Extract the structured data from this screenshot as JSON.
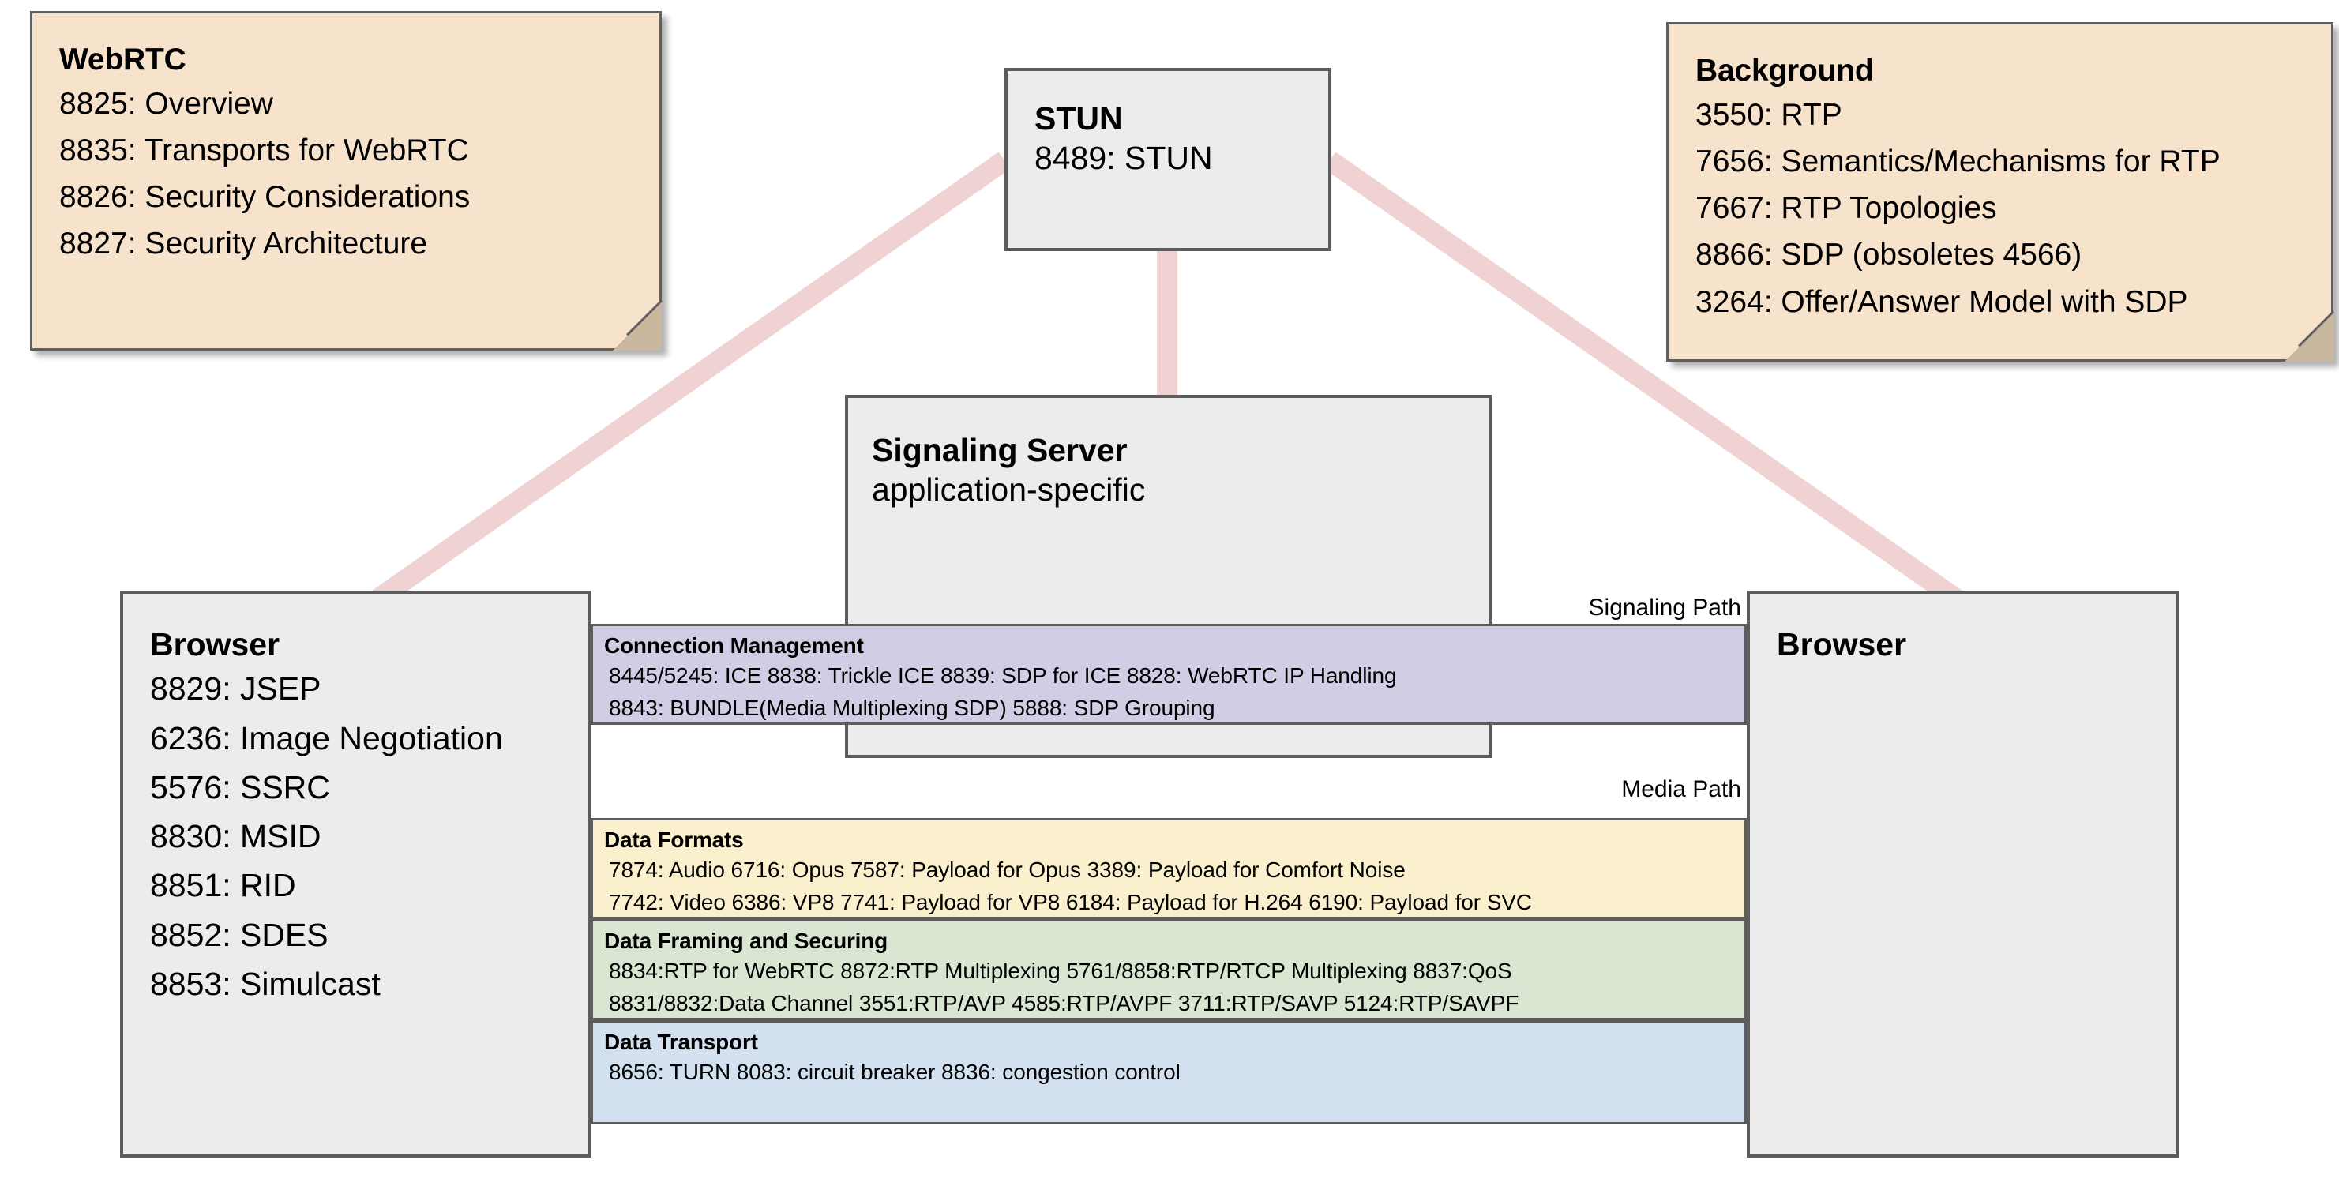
{
  "diagram": {
    "title": "WebRTC protocol stack / RFC map",
    "colors": {
      "note_fill": "#f7e2cb",
      "note_fold": "#c9b89e",
      "node_fill": "#ececec",
      "border": "#5c5c5c",
      "link": "#f0d2d2",
      "connection_management_fill": "#d2cde4",
      "data_formats_fill": "#fbf0cd",
      "data_framing_fill": "#d9e7d2",
      "data_transport_fill": "#d2e0ef"
    }
  },
  "notes": {
    "webrtc": {
      "title": "WebRTC",
      "lines": [
        "8825: Overview",
        "8835: Transports for WebRTC",
        "8826: Security Considerations",
        "8827: Security Architecture"
      ]
    },
    "background": {
      "title": "Background",
      "lines": [
        "3550: RTP",
        "7656: Semantics/Mechanisms for RTP",
        "7667: RTP Topologies",
        "8866: SDP (obsoletes 4566)",
        "3264: Offer/Answer Model with SDP"
      ]
    }
  },
  "nodes": {
    "stun": {
      "title": "STUN",
      "sub": "8489: STUN"
    },
    "signaling_server": {
      "title": "Signaling Server",
      "sub": "application-specific"
    },
    "browser_left": {
      "title": "Browser",
      "lines": [
        "8829: JSEP",
        "6236: Image Negotiation",
        "5576: SSRC",
        "8830: MSID",
        "8851: RID",
        "8852: SDES",
        "8853: Simulcast"
      ]
    },
    "browser_right": {
      "title": "Browser"
    }
  },
  "paths": {
    "signaling": "Signaling Path",
    "media": "Media Path"
  },
  "bands": {
    "connection_management": {
      "title": "Connection Management",
      "lines": [
        "8445/5245: ICE   8838: Trickle ICE   8839: SDP for ICE   8828: WebRTC IP Handling",
        "8843: BUNDLE(Media Multiplexing SDP)   5888: SDP Grouping"
      ]
    },
    "data_formats": {
      "title": "Data Formats",
      "lines": [
        "7874: Audio   6716: Opus   7587: Payload for Opus   3389: Payload for Comfort Noise",
        "7742: Video  6386: VP8  7741: Payload for VP8  6184: Payload for H.264  6190: Payload for SVC"
      ]
    },
    "data_framing": {
      "title": "Data Framing and Securing",
      "lines": [
        "8834:RTP for WebRTC  8872:RTP Multiplexing  5761/8858:RTP/RTCP Multiplexing  8837:QoS",
        "8831/8832:Data Channel 3551:RTP/AVP 4585:RTP/AVPF 3711:RTP/SAVP 5124:RTP/SAVPF"
      ]
    },
    "data_transport": {
      "title": "Data Transport",
      "lines": [
        "8656: TURN   8083: circuit breaker   8836: congestion control"
      ]
    }
  }
}
